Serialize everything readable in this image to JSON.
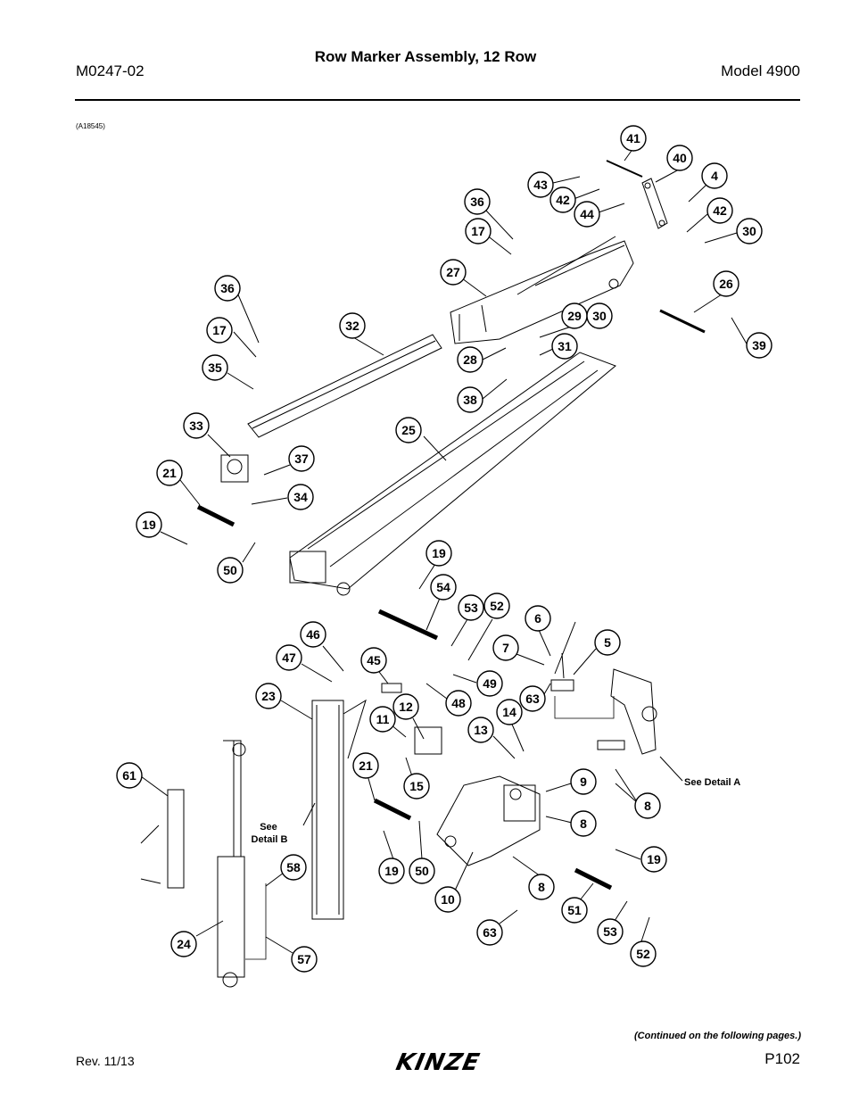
{
  "header": {
    "doc_number": "M0247-02",
    "title": "Row Marker Assembly, 12 Row",
    "model": "Model 4900"
  },
  "figure_ref": "(A18545)",
  "callouts": [
    {
      "id": "c41",
      "label": "41"
    },
    {
      "id": "c40",
      "label": "40"
    },
    {
      "id": "c4",
      "label": "4"
    },
    {
      "id": "c43",
      "label": "43"
    },
    {
      "id": "c42a",
      "label": "42"
    },
    {
      "id": "c44",
      "label": "44"
    },
    {
      "id": "c42b",
      "label": "42"
    },
    {
      "id": "c30a",
      "label": "30"
    },
    {
      "id": "c36a",
      "label": "36"
    },
    {
      "id": "c17a",
      "label": "17"
    },
    {
      "id": "c27",
      "label": "27"
    },
    {
      "id": "c26",
      "label": "26"
    },
    {
      "id": "c29",
      "label": "29"
    },
    {
      "id": "c30b",
      "label": "30"
    },
    {
      "id": "c39",
      "label": "39"
    },
    {
      "id": "c31",
      "label": "31"
    },
    {
      "id": "c28",
      "label": "28"
    },
    {
      "id": "c38",
      "label": "38"
    },
    {
      "id": "c36b",
      "label": "36"
    },
    {
      "id": "c17b",
      "label": "17"
    },
    {
      "id": "c32",
      "label": "32"
    },
    {
      "id": "c35",
      "label": "35"
    },
    {
      "id": "c33",
      "label": "33"
    },
    {
      "id": "c25",
      "label": "25"
    },
    {
      "id": "c37",
      "label": "37"
    },
    {
      "id": "c21a",
      "label": "21"
    },
    {
      "id": "c34",
      "label": "34"
    },
    {
      "id": "c19a",
      "label": "19"
    },
    {
      "id": "c50a",
      "label": "50"
    },
    {
      "id": "c19b",
      "label": "19"
    },
    {
      "id": "c54",
      "label": "54"
    },
    {
      "id": "c53a",
      "label": "53"
    },
    {
      "id": "c52a",
      "label": "52"
    },
    {
      "id": "c6",
      "label": "6"
    },
    {
      "id": "c5",
      "label": "5"
    },
    {
      "id": "c46",
      "label": "46"
    },
    {
      "id": "c7",
      "label": "7"
    },
    {
      "id": "c47",
      "label": "47"
    },
    {
      "id": "c45",
      "label": "45"
    },
    {
      "id": "c49",
      "label": "49"
    },
    {
      "id": "c63a",
      "label": "63"
    },
    {
      "id": "c23",
      "label": "23"
    },
    {
      "id": "c48",
      "label": "48"
    },
    {
      "id": "c12",
      "label": "12"
    },
    {
      "id": "c14",
      "label": "14"
    },
    {
      "id": "c11",
      "label": "11"
    },
    {
      "id": "c13",
      "label": "13"
    },
    {
      "id": "c61",
      "label": "61"
    },
    {
      "id": "c21b",
      "label": "21"
    },
    {
      "id": "c15",
      "label": "15"
    },
    {
      "id": "c9",
      "label": "9"
    },
    {
      "id": "c8a",
      "label": "8"
    },
    {
      "id": "c8b",
      "label": "8"
    },
    {
      "id": "c19c",
      "label": "19"
    },
    {
      "id": "c58",
      "label": "58"
    },
    {
      "id": "c19d",
      "label": "19"
    },
    {
      "id": "c50b",
      "label": "50"
    },
    {
      "id": "c8c",
      "label": "8"
    },
    {
      "id": "c10",
      "label": "10"
    },
    {
      "id": "c51",
      "label": "51"
    },
    {
      "id": "c24",
      "label": "24"
    },
    {
      "id": "c63b",
      "label": "63"
    },
    {
      "id": "c53b",
      "label": "53"
    },
    {
      "id": "c57",
      "label": "57"
    },
    {
      "id": "c52b",
      "label": "52"
    }
  ],
  "notes": {
    "see_detail_a": "See Detail A",
    "see_detail_b_line1": "See",
    "see_detail_b_line2": "Detail B"
  },
  "footer": {
    "continued": "(Continued on the following pages.)",
    "revision": "Rev. 11/13",
    "page": "P102",
    "logo_text": "KINZE"
  }
}
